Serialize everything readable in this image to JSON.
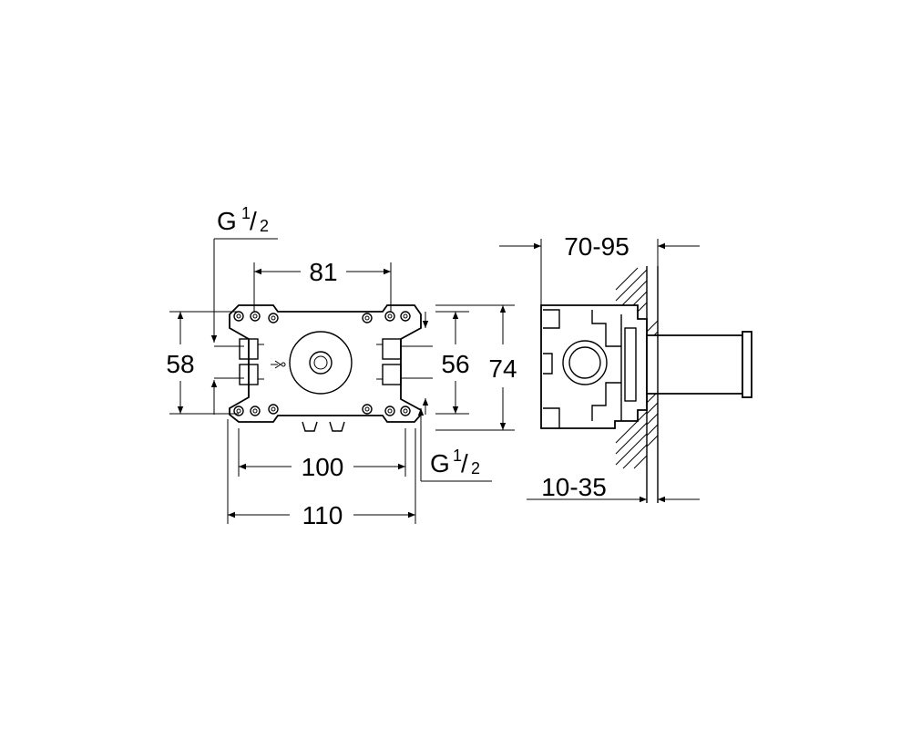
{
  "dimensions": {
    "width_81": "81",
    "width_100": "100",
    "width_110": "110",
    "height_58": "58",
    "height_56": "56",
    "height_74": "74",
    "depth_range": "70-95",
    "wall_range": "10-35"
  },
  "thread_top": {
    "letter": "G",
    "num": "1",
    "den": "2"
  },
  "thread_bottom": {
    "letter": "G",
    "num": "1",
    "den": "2"
  }
}
